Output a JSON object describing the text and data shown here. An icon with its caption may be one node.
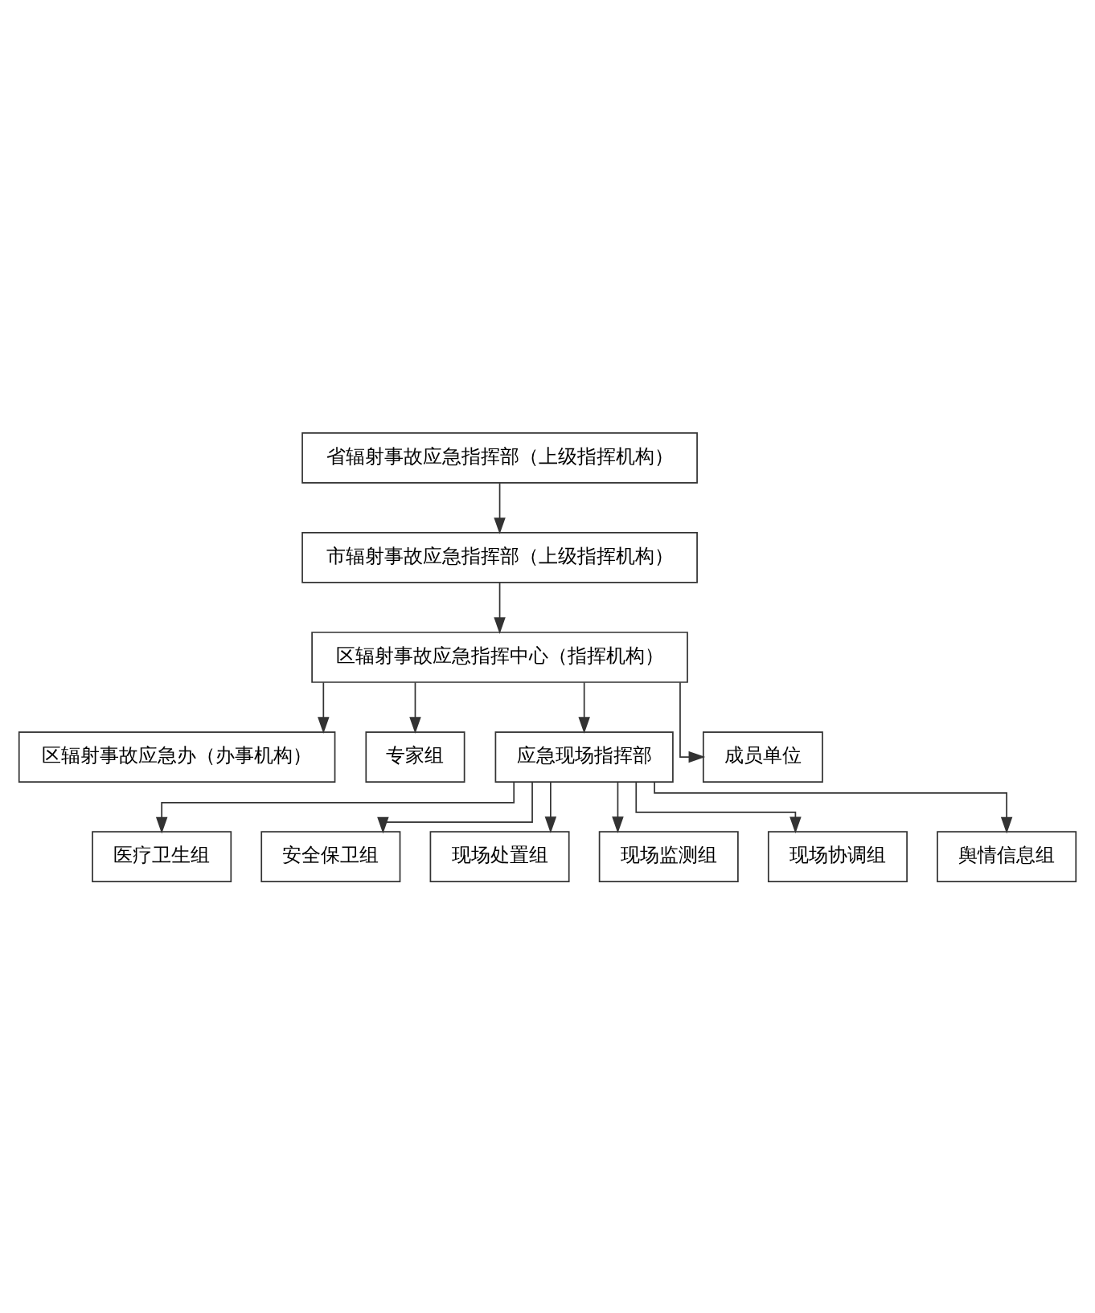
{
  "diagram": {
    "nodes": [
      {
        "text": [
          "省辐射事故应急指挥部（上级指挥机构）"
        ]
      },
      {
        "text": [
          "市辐射事故应急指挥部（上级指挥机构）"
        ]
      },
      {
        "text": [
          "区辐射事故应急指挥中心（指挥机构）"
        ]
      },
      {
        "text": [
          "区辐射事故应急办（办事机构）"
        ]
      },
      {
        "text": [
          "专家组"
        ]
      },
      {
        "text": [
          "应急现场指挥部"
        ]
      },
      {
        "text": [
          "成员单位"
        ]
      },
      {
        "text": [
          "医疗卫生组"
        ]
      },
      {
        "text": [
          "安全保卫组"
        ]
      },
      {
        "text": [
          "现场处置组"
        ]
      },
      {
        "text": [
          "现场监测组"
        ]
      },
      {
        "text": [
          "现场协调组"
        ]
      },
      {
        "text": [
          "舆情信息组"
        ]
      }
    ],
    "edges": [
      {
        "from": 0,
        "to": 1,
        "arrow": "to"
      },
      {
        "from": 1,
        "to": 2,
        "arrow": "to"
      },
      {
        "from": 2,
        "to": 3,
        "arrow": "to"
      },
      {
        "from": 2,
        "to": 4,
        "arrow": "to"
      },
      {
        "from": 2,
        "to": 5,
        "arrow": "to"
      },
      {
        "from": 2,
        "to": 6,
        "arrow": "to"
      },
      {
        "from": 5,
        "to": 7,
        "arrow": "to"
      },
      {
        "from": 5,
        "to": 8,
        "arrow": "to"
      },
      {
        "from": 5,
        "to": 9,
        "arrow": "to"
      },
      {
        "from": 5,
        "to": 10,
        "arrow": "to"
      },
      {
        "from": 5,
        "to": 11,
        "arrow": "to"
      },
      {
        "from": 5,
        "to": 12,
        "arrow": "to"
      }
    ]
  }
}
